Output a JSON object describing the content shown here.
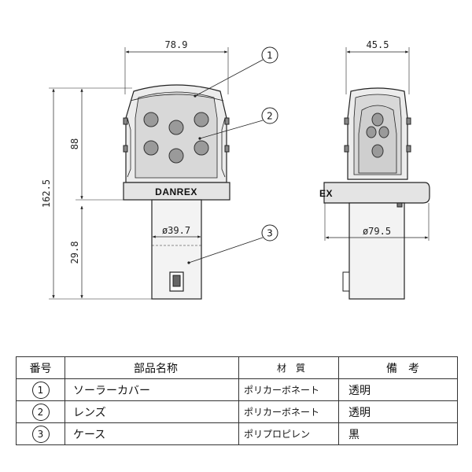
{
  "front_view": {
    "width_dim": "78.9",
    "total_height_dim": "162.5",
    "cover_height_dim": "88",
    "case_height_dim": "29.8",
    "case_diameter_dim": "ø39.7",
    "brand_label": "DANREX"
  },
  "side_view": {
    "width_dim": "45.5",
    "base_diameter_dim": "ø79.5",
    "brand_label_partial": "EX"
  },
  "callouts": [
    "1",
    "2",
    "3"
  ],
  "table": {
    "headers": {
      "no": "番号",
      "name": "部品名称",
      "material": "材　質",
      "note": "備　考"
    },
    "rows": [
      {
        "no": "1",
        "name": "ソーラーカバー",
        "material": "ポリカーボネート",
        "note": "透明"
      },
      {
        "no": "2",
        "name": "レンズ",
        "material": "ポリカーボネート",
        "note": "透明"
      },
      {
        "no": "3",
        "name": "ケース",
        "material": "ポリプロピレン",
        "note": "黒"
      }
    ]
  }
}
